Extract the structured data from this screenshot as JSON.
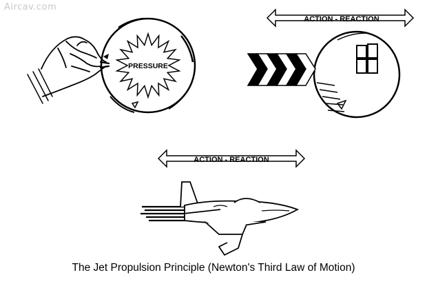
{
  "watermark": "Aircav.com",
  "labels": {
    "pressure": "PRESSURE",
    "action_reaction_top": "ACTION - REACTION",
    "action_reaction_bottom": "ACTION - REACTION"
  },
  "caption": "The Jet Propulsion Principle  (Newton's Third Law of Motion)"
}
